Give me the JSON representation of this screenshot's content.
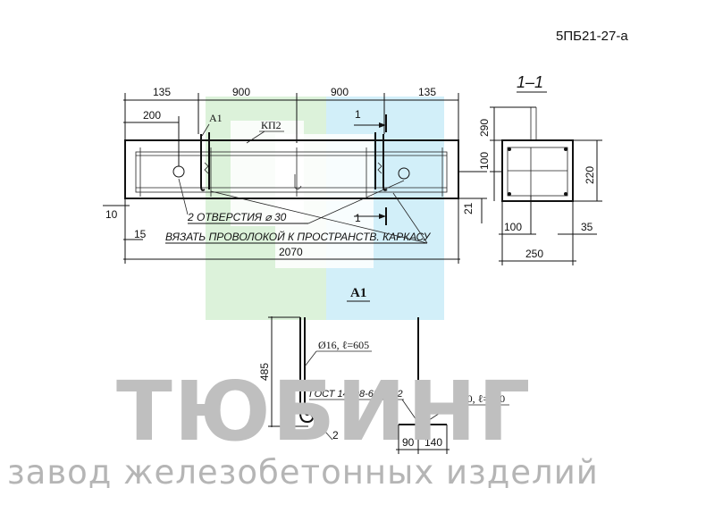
{
  "header": {
    "code": "5ПБ21-27-а"
  },
  "section": {
    "label": "1–1"
  },
  "elevation": {
    "dims_top": [
      "135",
      "900",
      "900",
      "135"
    ],
    "dim_200": "200",
    "callout_a1": "А1",
    "callout_kp2": "КП2",
    "cut_label": "1",
    "dim_10": "10",
    "dim_15": "15",
    "dim_21": "21",
    "overall": "2070",
    "note_holes": "2 ОТВЕРСТИЯ ⌀ 30",
    "note_tie": "ВЯЗАТЬ ПРОВОЛОКОЙ К ПРОСТРАНСТВ. КАРКАСУ"
  },
  "section_dims": {
    "d290": "290",
    "d100_side": "100",
    "d220": "220",
    "d100_bottom": "100",
    "d35": "35",
    "d250": "250"
  },
  "detail": {
    "title": "А1",
    "d485": "485",
    "hook_spec": "Ø16, ℓ=605",
    "hook_mark": "2",
    "gost": "ГОСТ 14098-68-КТ-2",
    "rod_spec": "Ø10, ℓ=230",
    "d90": "90",
    "d140": "140"
  },
  "watermark": {
    "brand": "ТЮБИНГ",
    "tagline": "завод железобетонных изделий",
    "colors": {
      "green": "#d8f0d6",
      "blue": "#cdeef8",
      "gray": "#bfbfbf"
    }
  }
}
